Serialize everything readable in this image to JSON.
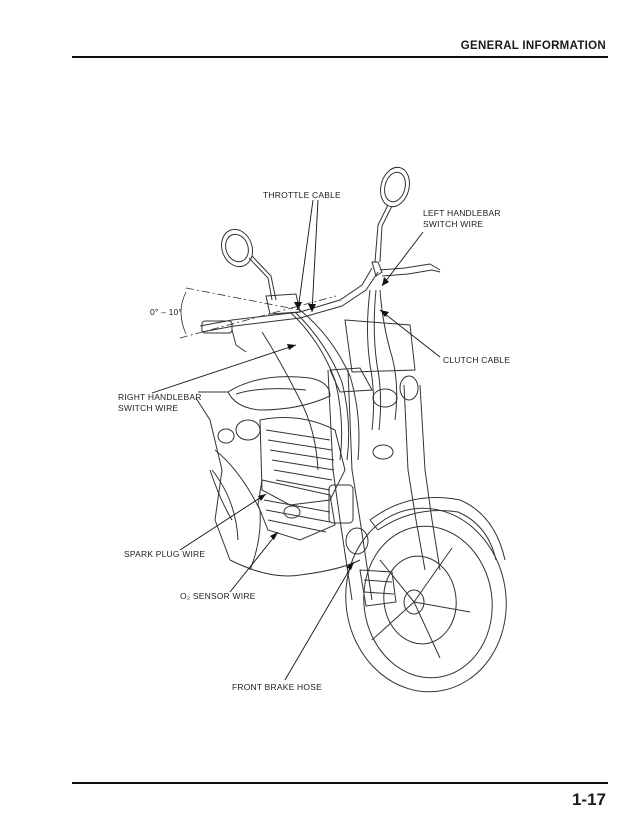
{
  "header": {
    "section_title": "GENERAL INFORMATION"
  },
  "figure": {
    "labels": {
      "throttle_cable": "THROTTLE CABLE",
      "left_handlebar_switch_wire": "LEFT HANDLEBAR\nSWITCH WIRE",
      "angle": "0° – 10°",
      "clutch_cable": "CLUTCH CABLE",
      "right_handlebar_switch_wire": "RIGHT HANDLEBAR\nSWITCH WIRE",
      "spark_plug_wire": "SPARK PLUG WIRE",
      "o2_sensor_wire": "O₂ SENSOR WIRE",
      "front_brake_hose": "FRONT BRAKE HOSE"
    }
  },
  "footer": {
    "page_number": "1-17"
  }
}
